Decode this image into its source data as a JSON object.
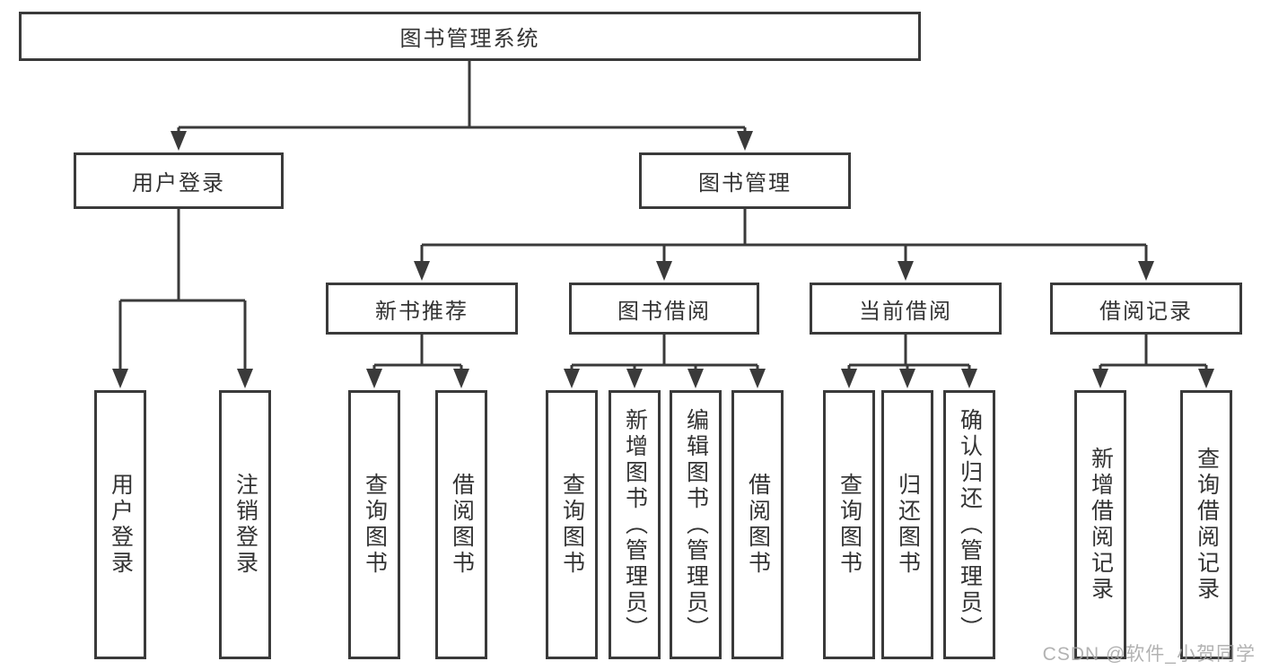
{
  "colors": {
    "line": "#3a3a3a",
    "box_border": "#3a3a3a",
    "text": "#333333",
    "watermark": "#a5a5a5",
    "background": "#ffffff"
  },
  "watermark": "CSDN @软件_小贺同学",
  "tree": {
    "root": {
      "label": "图书管理系统",
      "children": [
        {
          "label": "用户登录",
          "children": [
            {
              "label": "用户登录"
            },
            {
              "label": "注销登录"
            }
          ]
        },
        {
          "label": "图书管理",
          "children": [
            {
              "label": "新书推荐",
              "children": [
                {
                  "label": "查询图书"
                },
                {
                  "label": "借阅图书"
                }
              ]
            },
            {
              "label": "图书借阅",
              "children": [
                {
                  "label": "查询图书"
                },
                {
                  "label": "新增图书（管理员）"
                },
                {
                  "label": "编辑图书（管理员）"
                },
                {
                  "label": "借阅图书"
                }
              ]
            },
            {
              "label": "当前借阅",
              "children": [
                {
                  "label": "查询图书"
                },
                {
                  "label": "归还图书"
                },
                {
                  "label": "确认归还（管理员）"
                }
              ]
            },
            {
              "label": "借阅记录",
              "children": [
                {
                  "label": "新增借阅记录"
                },
                {
                  "label": "查询借阅记录"
                }
              ]
            }
          ]
        }
      ]
    }
  }
}
